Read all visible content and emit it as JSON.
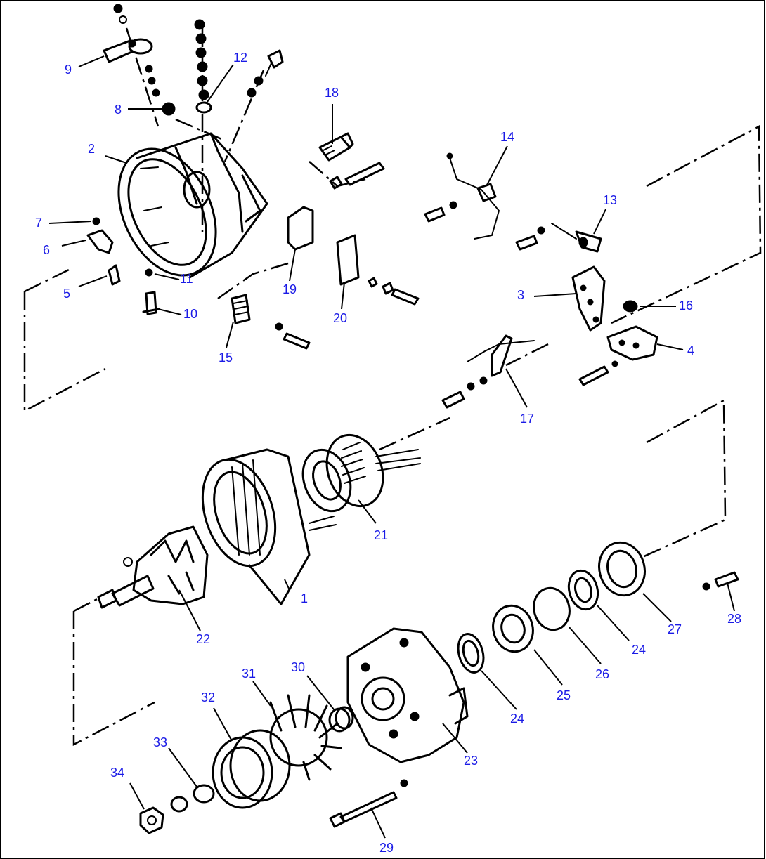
{
  "diagram": {
    "callouts": [
      {
        "id": "c1",
        "text": "1"
      },
      {
        "id": "c2",
        "text": "2"
      },
      {
        "id": "c3",
        "text": "3"
      },
      {
        "id": "c4",
        "text": "4"
      },
      {
        "id": "c5",
        "text": "5"
      },
      {
        "id": "c6",
        "text": "6"
      },
      {
        "id": "c7",
        "text": "7"
      },
      {
        "id": "c8",
        "text": "8"
      },
      {
        "id": "c9",
        "text": "9"
      },
      {
        "id": "c10",
        "text": "10"
      },
      {
        "id": "c11",
        "text": "11"
      },
      {
        "id": "c12",
        "text": "12"
      },
      {
        "id": "c13",
        "text": "13"
      },
      {
        "id": "c14",
        "text": "14"
      },
      {
        "id": "c15",
        "text": "15"
      },
      {
        "id": "c16",
        "text": "16"
      },
      {
        "id": "c17",
        "text": "17"
      },
      {
        "id": "c18",
        "text": "18"
      },
      {
        "id": "c19",
        "text": "19"
      },
      {
        "id": "c20",
        "text": "20"
      },
      {
        "id": "c21",
        "text": "21"
      },
      {
        "id": "c22",
        "text": "22"
      },
      {
        "id": "c23",
        "text": "23"
      },
      {
        "id": "c24a",
        "text": "24"
      },
      {
        "id": "c24b",
        "text": "24"
      },
      {
        "id": "c25",
        "text": "25"
      },
      {
        "id": "c26",
        "text": "26"
      },
      {
        "id": "c27",
        "text": "27"
      },
      {
        "id": "c28",
        "text": "28"
      },
      {
        "id": "c29",
        "text": "29"
      },
      {
        "id": "c30",
        "text": "30"
      },
      {
        "id": "c31",
        "text": "31"
      },
      {
        "id": "c32",
        "text": "32"
      },
      {
        "id": "c33",
        "text": "33"
      },
      {
        "id": "c34",
        "text": "34"
      }
    ],
    "colors": {
      "callout": "#1a1ae6",
      "line": "#000000",
      "background": "#ffffff"
    }
  }
}
